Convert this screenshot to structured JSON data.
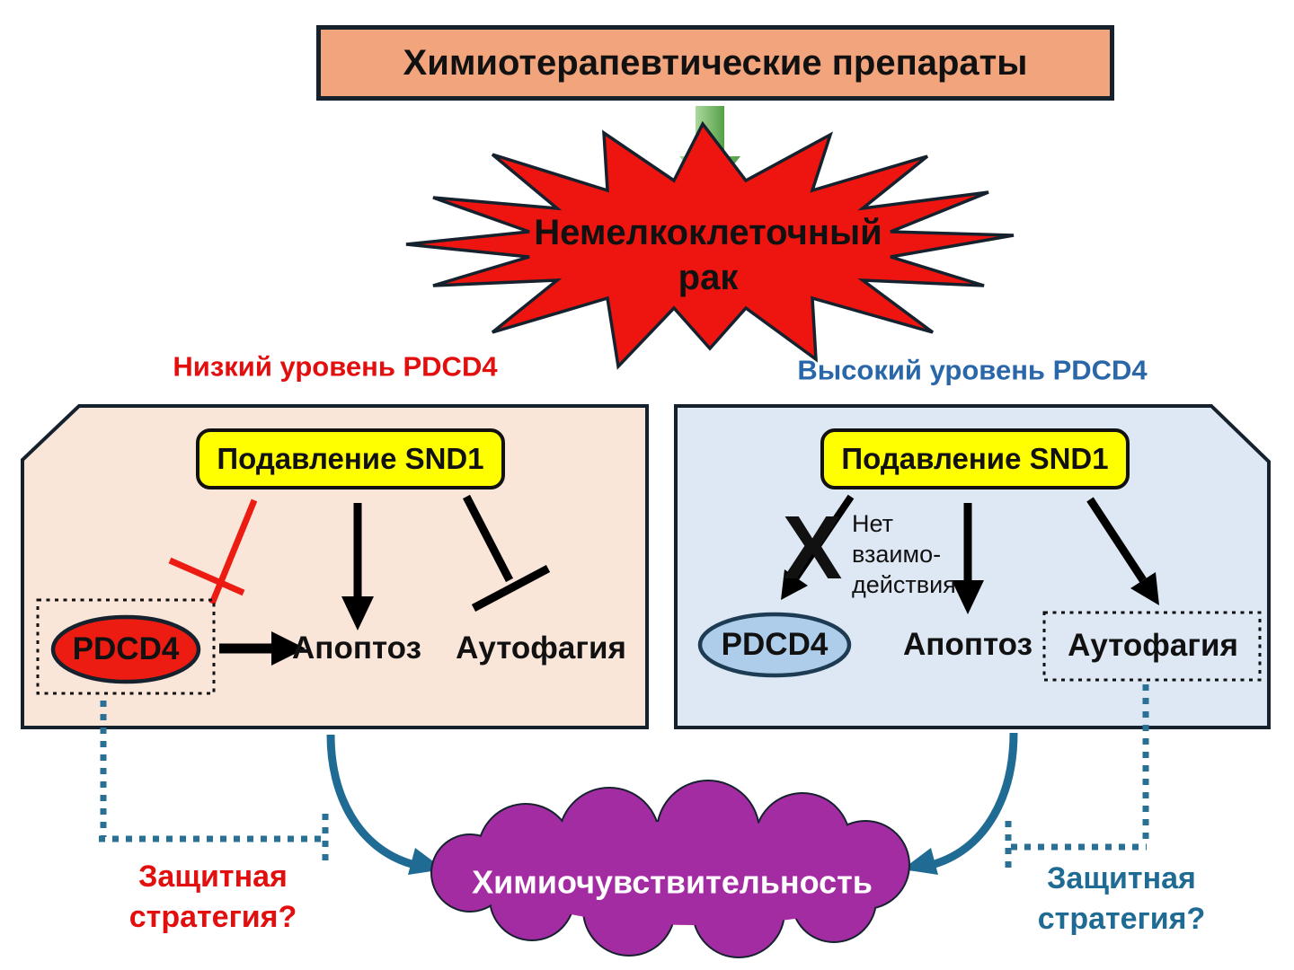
{
  "top_box": {
    "label": "Химиотерапевтические препараты"
  },
  "starburst": {
    "line1": "Немелкоклеточный",
    "line2": "рак"
  },
  "left_panel": {
    "caption": "Низкий уровень PDCD4",
    "snd1_label": "Подавление SND1",
    "pdcd4_label": "PDCD4",
    "apoptosis_label": "Апоптоз",
    "autophagy_label": "Аутофагия",
    "strategy": {
      "line1": "Защитная",
      "line2": "стратегия?"
    }
  },
  "right_panel": {
    "caption": "Высокий уровень PDCD4",
    "snd1_label": "Подавление SND1",
    "x_mark": "X",
    "no_interaction": {
      "line1": "Нет",
      "line2": "взаимо-",
      "line3": "действия"
    },
    "pdcd4_label": "PDCD4",
    "apoptosis_label": "Апоптоз",
    "autophagy_label": "Аутофагия",
    "strategy": {
      "line1": "Защитная",
      "line2": "стратегия?"
    }
  },
  "cloud": {
    "label": "Химиочувствительность"
  },
  "colors": {
    "top_box_fill": "#F2A47C",
    "starburst_red": "#EE1510",
    "panel_peach": "#FAE5D9",
    "panel_blue": "#DDE8F4",
    "snd1_yellow": "#FFFF00",
    "pdcd4_red_oval": "#EC1C12",
    "pdcd4_blue_oval": "#AECDEB",
    "cloud_purple": "#A32CA2",
    "teal_connector": "#1F6B94",
    "caption_red": "#E30E0E",
    "caption_blue": "#2A67A8",
    "outline_dark": "#15222E",
    "green_arrow": "#6FB25C"
  }
}
